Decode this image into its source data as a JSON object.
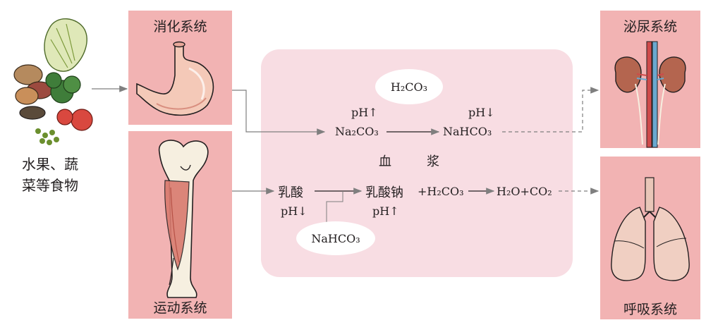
{
  "systems": {
    "digestive": "消化系统",
    "motor": "运动系统",
    "urinary": "泌尿系统",
    "respiratory": "呼吸系统"
  },
  "food": {
    "line1": "水果、蔬",
    "line2": "菜等食物"
  },
  "plasma": {
    "label_left": "血",
    "label_right": "浆"
  },
  "upper": {
    "bubble_formula": "H₂CO₃",
    "reactant": "Na₂CO₃",
    "product": "NaHCO₃",
    "reactant_ph": "pH↑",
    "product_ph": "pH↓"
  },
  "lower": {
    "acid": "乳酸",
    "acid_ph": "pH↓",
    "salt": "乳酸钠",
    "salt_ph": "pH↑",
    "plus_carbonic": "+H₂CO₃",
    "products": "H₂O+CO₂",
    "bubble_formula": "NaHCO₃"
  },
  "colors": {
    "system_box": "#f2b3b3",
    "plasma": "#f8dde3",
    "arrow": "#7f7f7f"
  }
}
